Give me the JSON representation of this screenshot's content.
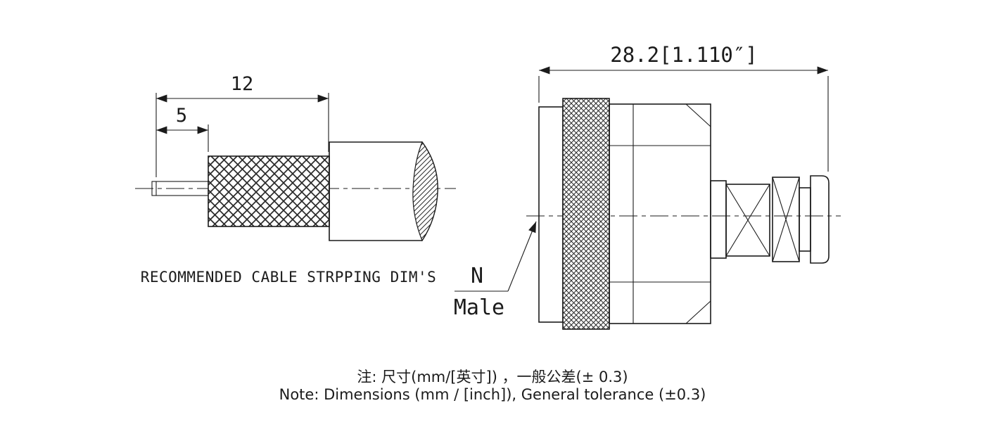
{
  "page": {
    "background": "#ffffff",
    "line_color": "#1b1b1b"
  },
  "left_drawing": {
    "dim_length_12": "12",
    "dim_length_5": "5",
    "caption": "RECOMMENDED CABLE STRPPING DIM'S"
  },
  "right_drawing": {
    "dim_overall": "28.2[1.110″]",
    "label_type": "N",
    "label_gender": "Male"
  },
  "footer": {
    "note_cn": "注: 尺寸(mm/[英寸]) ，一般公差(± 0.3)",
    "note_en": "Note: Dimensions (mm / [inch]), General tolerance (±0.3)"
  }
}
